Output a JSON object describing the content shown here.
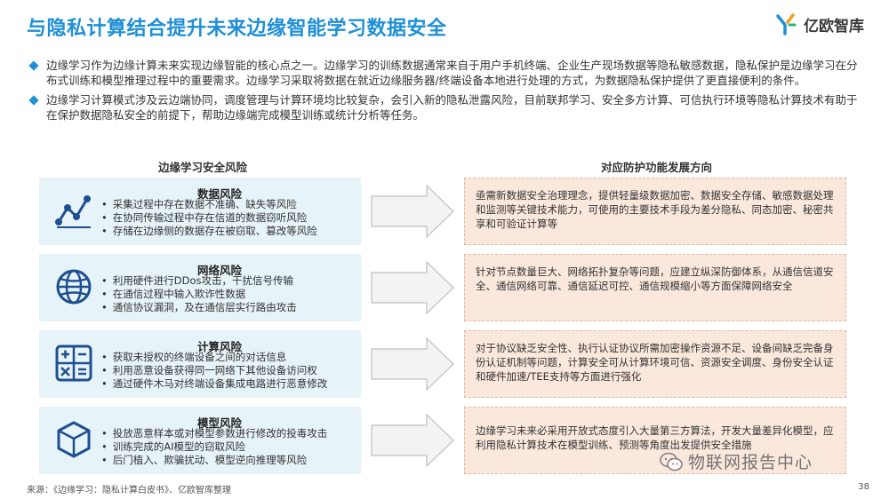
{
  "header": {
    "title": "与隐私计算结合提升未来边缘智能学习数据安全",
    "logo_text": "亿欧智库"
  },
  "bullets": [
    "边缘学习作为边缘计算未来实现边缘智能的核心点之一。边缘学习的训练数据通常来自于用户手机终端、企业生产现场数据等隐私敏感数据，隐私保护是边缘学习在分布式训练和模型推理过程中的重要需求。边缘学习采取将数据在就近边缘服务器/终端设备本地进行处理的方式，为数据隐私保护提供了更直接便利的条件。",
    "边缘学习计算模式涉及云边端协同，调度管理与计算环境均比较复杂，会引入新的隐私泄露风险，目前联邦学习、安全多方计算、可信执行环境等隐私计算技术有助于在保护数据隐私安全的前提下，帮助边缘端完成模型训练或统计分析等任务。"
  ],
  "columns": {
    "left": "边缘学习安全风险",
    "right": "对应防护功能发展方向"
  },
  "risks": [
    {
      "icon": "data-chart-icon",
      "title": "数据风险",
      "items": [
        "采集过程中存在数据不准确、缺失等风险",
        "在协同传输过程中存在信道的数据窃听风险",
        "存储在边缘侧的数据存在被窃取、篡改等风险"
      ],
      "response": "亟需新数据安全治理理念，提供轻量级数据加密、数据安全存储、敏感数据处理和监测等关键技术能力，可使用的主要技术手段为差分隐私、同态加密、秘密共享和可验证计算等"
    },
    {
      "icon": "globe-icon",
      "title": "网络风险",
      "items": [
        "利用硬件进行DDos攻击，干扰信号传输",
        "在通信过程中输入欺诈性数据",
        "通信协议漏洞，及在通信层实行路由攻击"
      ],
      "response": "针对节点数量巨大、网络拓扑复杂等问题，应建立纵深防御体系，从通信信道安全、通信网络可靠、通信延迟可控、通信规模缩小等方面保障网络安全"
    },
    {
      "icon": "calculator-icon",
      "title": "计算风险",
      "items": [
        "获取未授权的终端设备之间的对话信息",
        "利用恶意设备获得同一网络下其他设备访问权",
        "通过硬件木马对终端设备集成电路进行恶意修改"
      ],
      "response": "对于协议缺乏安全性、执行认证协议所需加密操作资源不足、设备间缺乏完备身份认证机制等问题，计算安全可从计算环境可信、资源安全调度、身份安全认证和硬件加速/TEE支持等方面进行强化"
    },
    {
      "icon": "cube-icon",
      "title": "模型风险",
      "items": [
        "投放恶意样本或对模型参数进行修改的投毒攻击",
        "训练完成的AI模型的窃取风险",
        "后门植入、欺骗扰动、模型逆向推理等风险"
      ],
      "response": "边缘学习未来必采用开放式态度引入大量第三方算法，开发大量差异化模型，应利用隐私计算技术在模型训练、预测等角度出发提供安全措施"
    }
  ],
  "footer": {
    "source": "来源：《边缘学习：隐私计算白皮书》、亿欧智库整理",
    "page": "38"
  },
  "watermark": {
    "text": "物联网报告中心"
  },
  "colors": {
    "accent": "#1f8fd6",
    "risk_bg": "#e6f3f8",
    "response_bg": "#fbe8dd"
  }
}
